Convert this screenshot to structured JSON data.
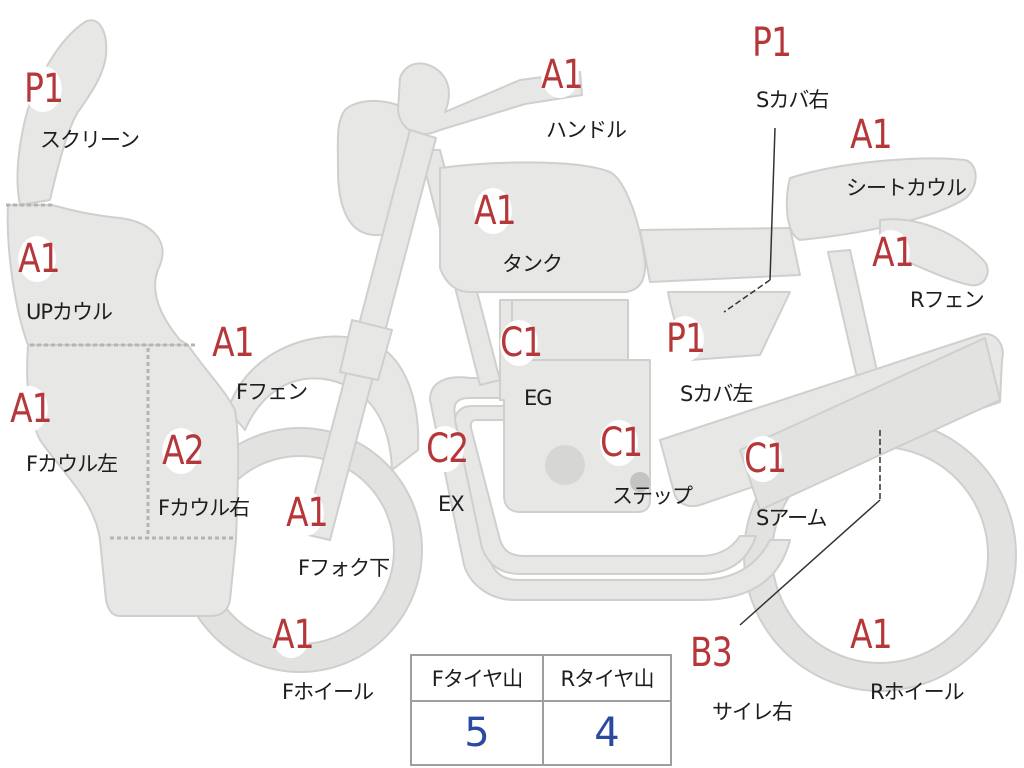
{
  "parts": [
    {
      "id": "screen",
      "grade": "P1",
      "name": "スクリーン"
    },
    {
      "id": "up-cowl",
      "grade": "A1",
      "name": "UPカウル"
    },
    {
      "id": "f-cowl-left",
      "grade": "A1",
      "name": "Fカウル左"
    },
    {
      "id": "f-cowl-right",
      "grade": "A2",
      "name": "Fカウル右"
    },
    {
      "id": "f-fender",
      "grade": "A1",
      "name": "Fフェン"
    },
    {
      "id": "f-fork-lower",
      "grade": "A1",
      "name": "Fフォク下"
    },
    {
      "id": "f-wheel",
      "grade": "A1",
      "name": "Fホイール"
    },
    {
      "id": "handle",
      "grade": "A1",
      "name": "ハンドル"
    },
    {
      "id": "tank",
      "grade": "A1",
      "name": "タンク"
    },
    {
      "id": "engine",
      "grade": "C1",
      "name": "EG"
    },
    {
      "id": "exhaust",
      "grade": "C2",
      "name": "EX"
    },
    {
      "id": "step",
      "grade": "C1",
      "name": "ステップ"
    },
    {
      "id": "s-cover-right",
      "grade": "P1",
      "name": "Sカバ右"
    },
    {
      "id": "seat-cowl",
      "grade": "A1",
      "name": "シートカウル"
    },
    {
      "id": "r-fender",
      "grade": "A1",
      "name": "Rフェン"
    },
    {
      "id": "s-cover-left",
      "grade": "P1",
      "name": "Sカバ左"
    },
    {
      "id": "swing-arm",
      "grade": "C1",
      "name": "Sアーム"
    },
    {
      "id": "silencer-right",
      "grade": "B3",
      "name": "サイレ右"
    },
    {
      "id": "r-wheel",
      "grade": "A1",
      "name": "Rホイール"
    }
  ],
  "tire_tread": {
    "front_label": "Fタイヤ山",
    "rear_label": "Rタイヤ山",
    "front_value": "5",
    "rear_value": "4"
  },
  "colors": {
    "body_fill": "#e7e7e6",
    "body_stroke": "#cfcfcd",
    "grade_text": "#b5373a",
    "value_text": "#2a4aa0",
    "label_text": "#1e1e1e"
  }
}
